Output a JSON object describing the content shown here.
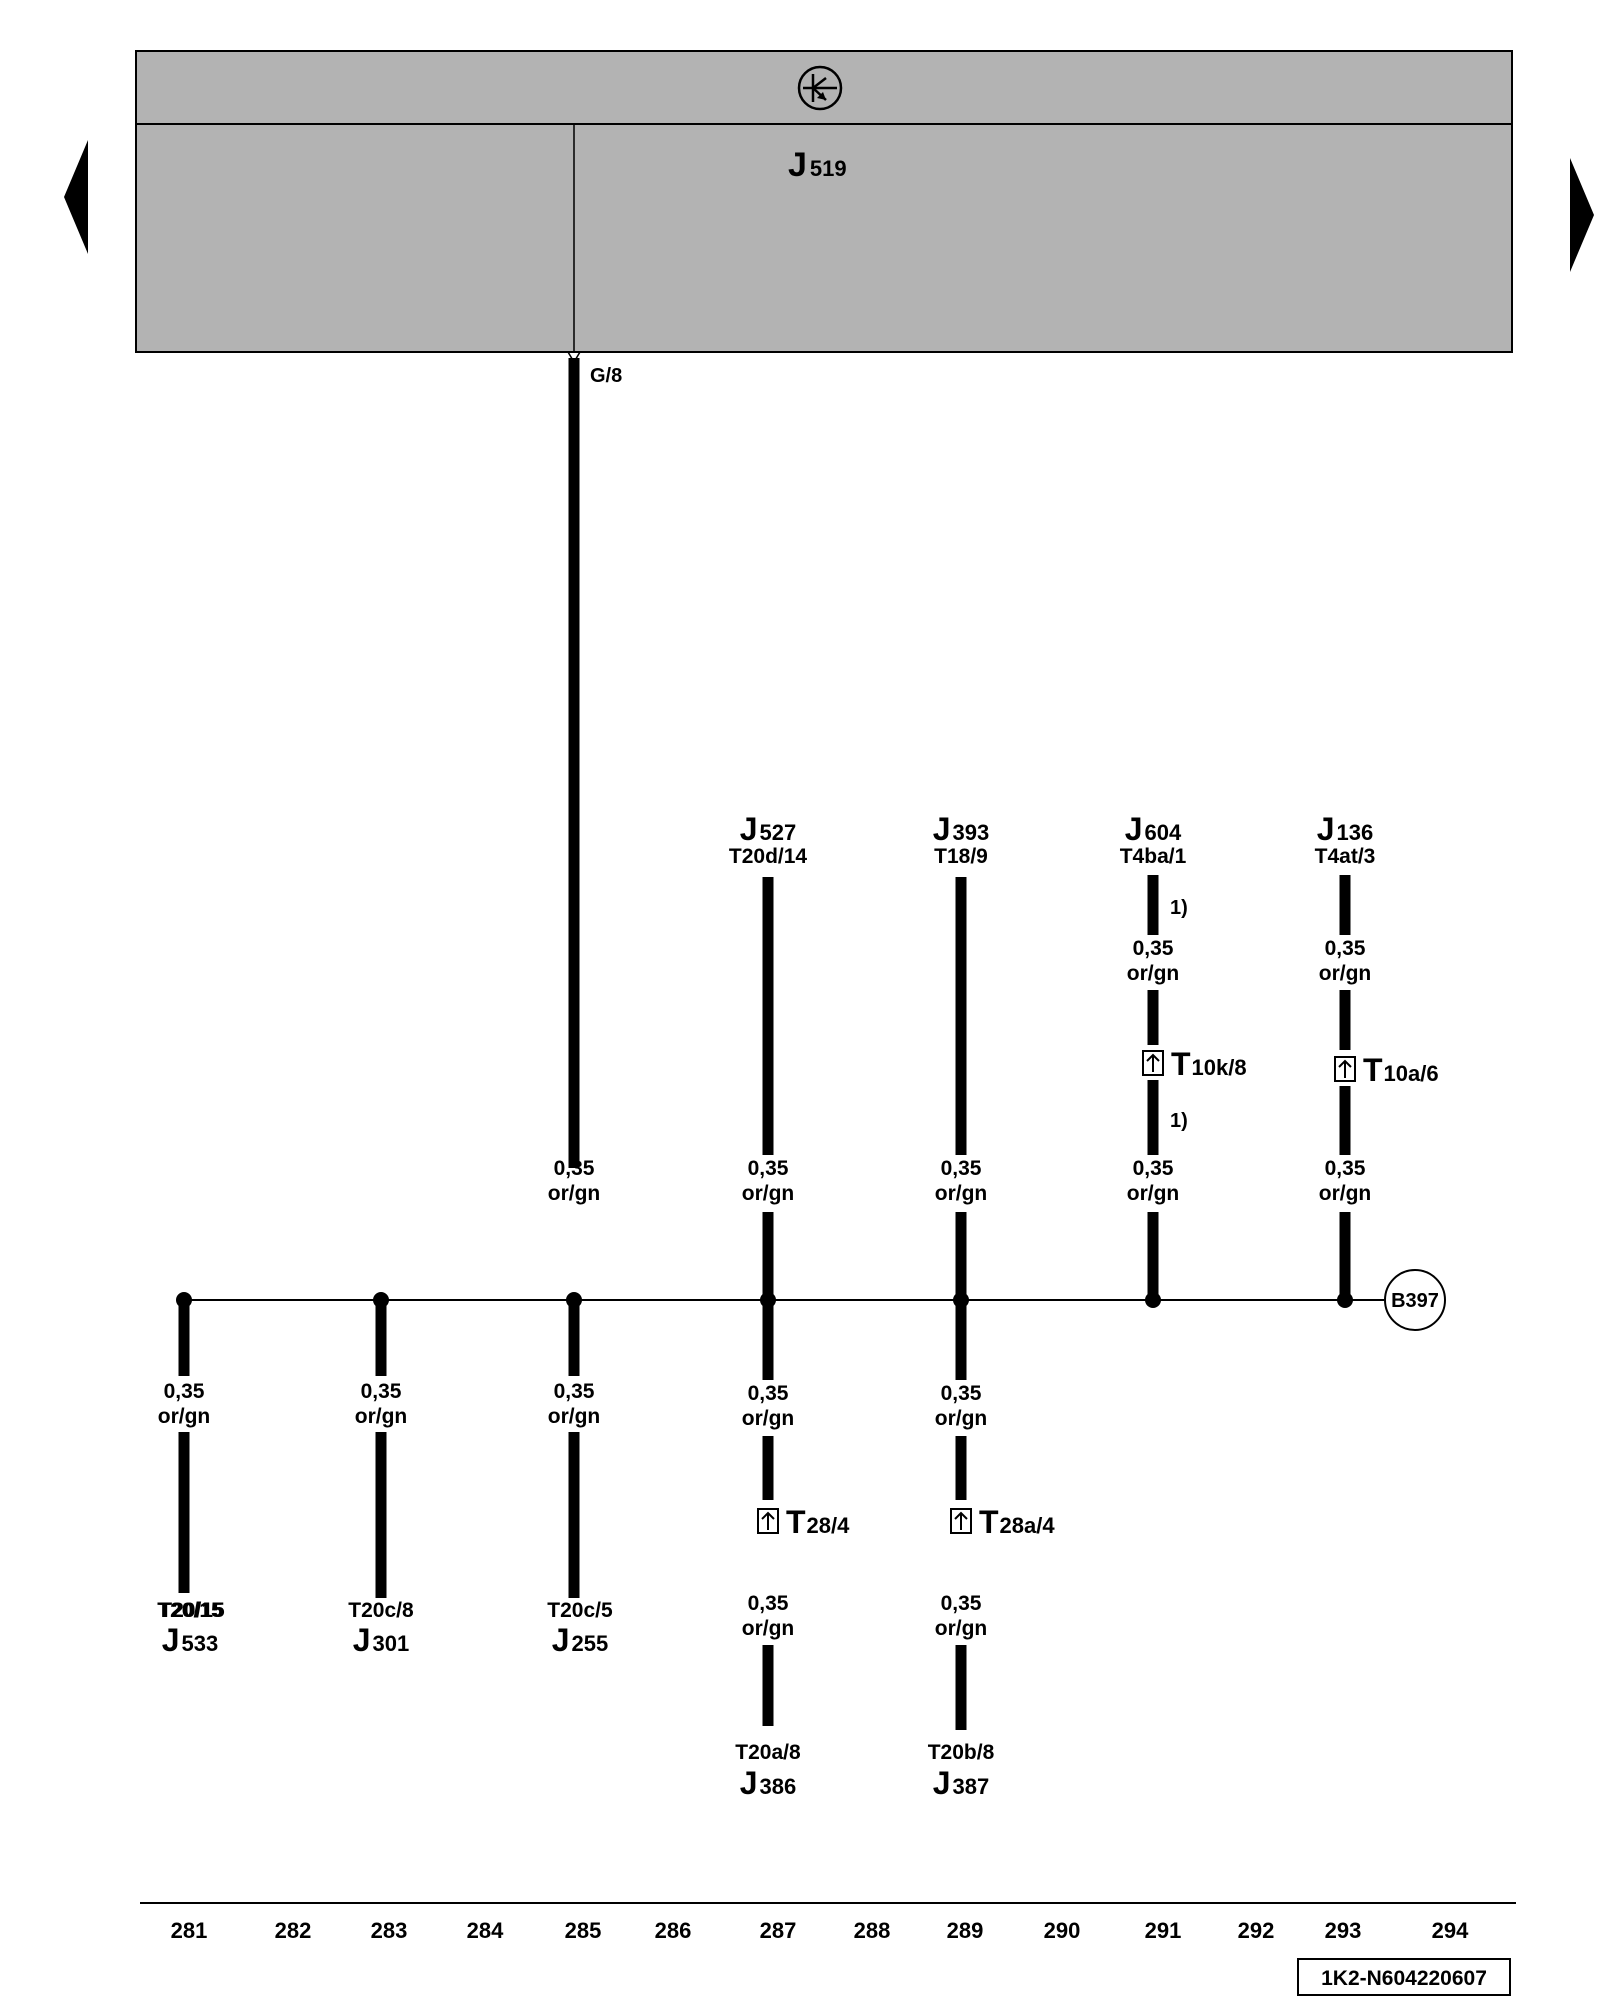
{
  "control_unit": {
    "label": "J",
    "sub": "519",
    "pin": "G/8"
  },
  "components": [
    {
      "id": "J533",
      "letter": "J",
      "sub": "533",
      "pin": "T20/15"
    },
    {
      "id": "J301",
      "letter": "J",
      "sub": "301",
      "pin": "T20c/8"
    },
    {
      "id": "J255",
      "letter": "J",
      "sub": "255",
      "pin": "T20c/5"
    },
    {
      "id": "J527",
      "letter": "J",
      "sub": "527",
      "pin": "T20d/14"
    },
    {
      "id": "J386",
      "letter": "J",
      "sub": "386",
      "pin": "T20a/8"
    },
    {
      "id": "J393",
      "letter": "J",
      "sub": "393",
      "pin": "T18/9"
    },
    {
      "id": "J387",
      "letter": "J",
      "sub": "387",
      "pin": "T20b/8"
    },
    {
      "id": "J604",
      "letter": "J",
      "sub": "604",
      "pin": "T4ba/1"
    },
    {
      "id": "J136",
      "letter": "J",
      "sub": "136",
      "pin": "T4at/3"
    }
  ],
  "connectors": [
    {
      "id": "T10k",
      "letter": "T",
      "sub": "10k/8"
    },
    {
      "id": "T10a",
      "letter": "T",
      "sub": "10a/6"
    },
    {
      "id": "T28",
      "letter": "T",
      "sub": "28/4"
    },
    {
      "id": "T28a",
      "letter": "T",
      "sub": "28a/4"
    }
  ],
  "wire": {
    "size": "0,35",
    "color": "or/gn"
  },
  "footnote": "1)",
  "splice": "B397",
  "grid_numbers": [
    "281",
    "282",
    "283",
    "284",
    "285",
    "286",
    "287",
    "288",
    "289",
    "290",
    "291",
    "292",
    "293",
    "294"
  ],
  "diagram_code": "1K2-N604220607",
  "icons": [
    "arrow-left-icon",
    "arrow-right-icon",
    "diagnosis-symbol-icon",
    "connector-symbol-icon"
  ]
}
